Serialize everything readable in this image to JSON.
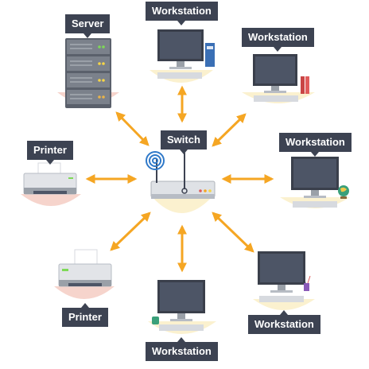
{
  "colors": {
    "label_bg": "#3d4352",
    "arrow": "#f5a623",
    "floor_pink": "#f6d4cc",
    "floor_cream": "#fbf1cf",
    "screen": "#4d5566"
  },
  "nodes": {
    "server": {
      "label": "Server"
    },
    "workstation_top": {
      "label": "Workstation"
    },
    "workstation_top_right": {
      "label": "Workstation"
    },
    "switch": {
      "label": "Switch"
    },
    "printer_left": {
      "label": "Printer"
    },
    "workstation_right": {
      "label": "Workstation"
    },
    "printer_bottom_left": {
      "label": "Printer"
    },
    "workstation_bottom": {
      "label": "Workstation"
    },
    "workstation_bottom_right": {
      "label": "Workstation"
    }
  }
}
